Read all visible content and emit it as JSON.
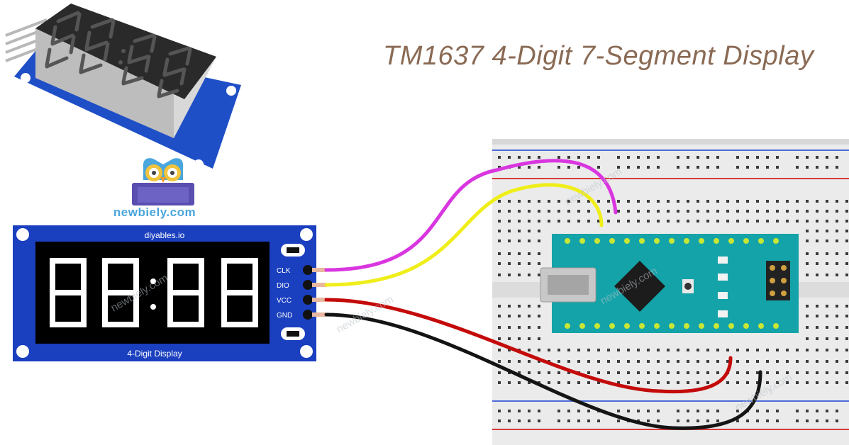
{
  "title": "TM1637 4-Digit 7-Segment Display",
  "brand": {
    "name": "newbiely.com"
  },
  "module": {
    "top_label": "diyables.io",
    "bottom_label": "4-Digit Display",
    "pins": [
      "CLK",
      "DIO",
      "VCC",
      "GND"
    ]
  },
  "wires": [
    {
      "pin": "CLK",
      "color": "#d936e0"
    },
    {
      "pin": "DIO",
      "color": "#f0ee1a"
    },
    {
      "pin": "VCC",
      "color": "#c40a0a"
    },
    {
      "pin": "GND",
      "color": "#141414"
    }
  ],
  "colors": {
    "title": "#8a6a54",
    "module_board": "#1a3fbf",
    "arduino_board": "#14a3a8",
    "breadboard": "#ececec",
    "digit_segments": "#ffffff"
  },
  "watermark": "newbiely.com"
}
